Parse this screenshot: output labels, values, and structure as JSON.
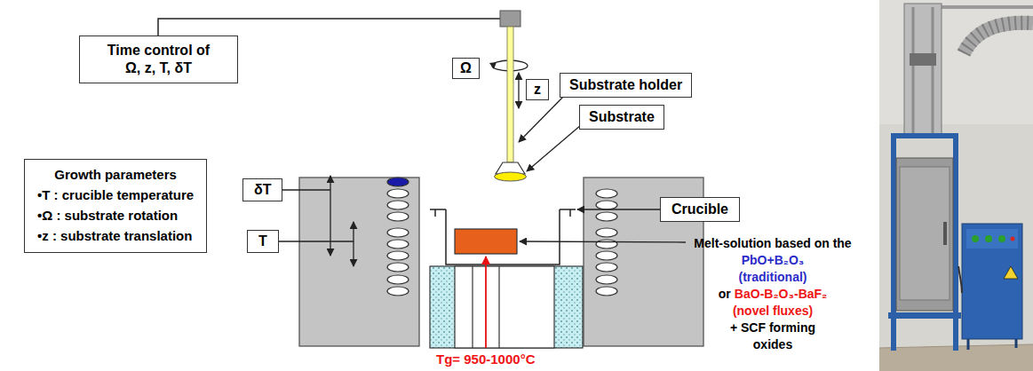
{
  "diagram": {
    "nodes": [
      {
        "text": [
          "Time control of Ω, z, T, δT"
        ]
      },
      {
        "text": [
          "Ω"
        ]
      },
      {
        "text": [
          "z"
        ]
      },
      {
        "text": [
          "Substrate holder"
        ]
      },
      {
        "text": [
          "Substrate"
        ]
      },
      {
        "text": [
          "Growth parameters",
          "•T : crucible temperature",
          "•Ω : substrate rotation",
          "•z : substrate translation"
        ]
      },
      {
        "text": [
          "δT"
        ]
      },
      {
        "text": [
          "T"
        ]
      },
      {
        "text": [
          "Crucible"
        ]
      }
    ],
    "labels": [
      "Melt-solution based on the",
      "PbO+B₂O₃",
      "(traditional)",
      "or",
      "BaO-B₂O₃-BaF₂",
      "(novel fluxes)",
      "+ SCF forming oxides",
      "Tg= 950-1000°C"
    ]
  }
}
